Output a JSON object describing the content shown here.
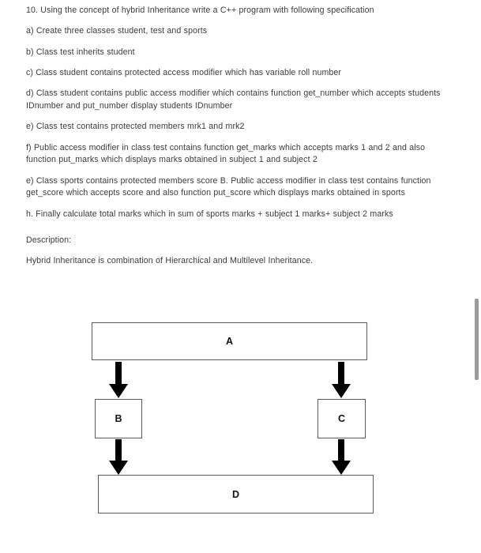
{
  "document": {
    "background_color": "#ffffff",
    "text_color": "#3b3b3b",
    "paragraphs": [
      "10. Using the concept of hybrid Inheritance write a C++ program with following specification",
      "a) Create three classes student, test and sports",
      "b) Class test inherits student",
      "c) Class student contains protected access modifier which has variable roll number",
      "d) Class student contains public access modifier which contains function get_number which accepts students IDnumber and put_number display students IDnumber",
      "e) Class test contains protected members mrk1 and mrk2",
      "f) Public access modifier in class test contains function get_marks which accepts marks 1 and 2 and also function put_marks which displays marks obtained in subject 1 and subject 2",
      "e) Class sports contains protected members score B. Public access modifier in class test contains function get_score which accepts score and also function put_score which displays marks obtained in sports",
      "h. Finally calculate total marks which in sum of sports marks + subject 1 marks+ subject 2 marks"
    ],
    "description_heading": "Description:",
    "description_text": "Hybrid Inheritance is combination of Hierarchical and Multilevel Inheritance."
  },
  "diagram": {
    "type": "hybrid-inheritance-class-diagram",
    "border_color": "#5a5a5a",
    "arrow_color": "#000000",
    "nodes": [
      {
        "id": "a",
        "label": "A"
      },
      {
        "id": "b",
        "label": "B"
      },
      {
        "id": "c",
        "label": "C"
      },
      {
        "id": "d",
        "label": "D"
      }
    ],
    "edges": [
      {
        "from": "A",
        "to": "B"
      },
      {
        "from": "A",
        "to": "C"
      },
      {
        "from": "B",
        "to": "D"
      },
      {
        "from": "C",
        "to": "D"
      }
    ]
  },
  "scrollbar": {
    "thumb_color": "#9a9a9a",
    "orientation": "vertical"
  }
}
